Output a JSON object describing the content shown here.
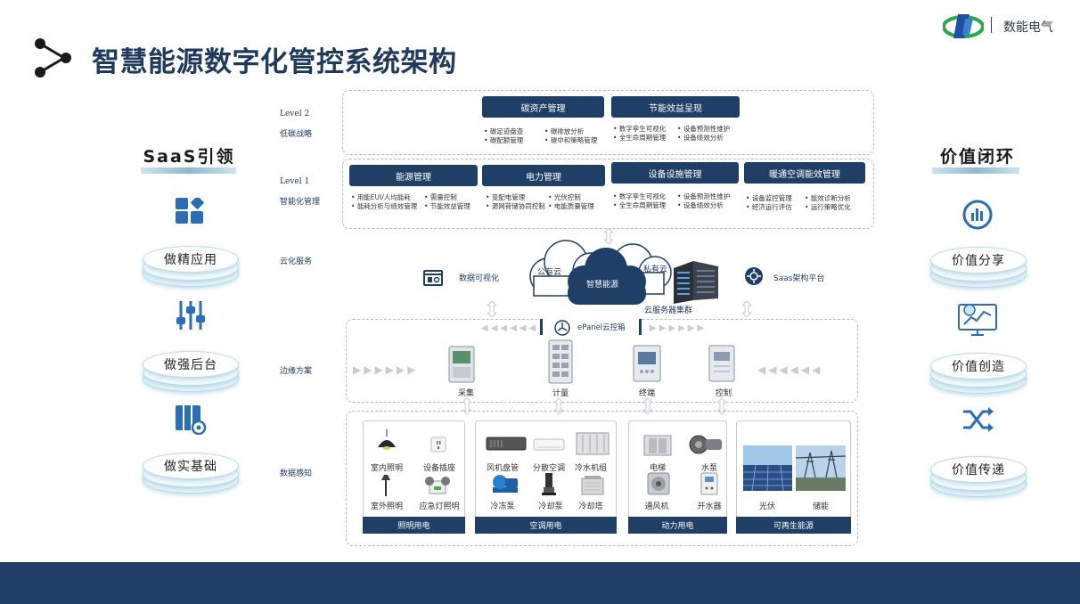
{
  "header": {
    "title": "智慧能源数字化管控系统架构",
    "logo_text": "数能电气"
  },
  "left_column": {
    "heading": "SaaS引领",
    "items": [
      "做精应用",
      "做强后台",
      "做实基础"
    ]
  },
  "right_column": {
    "heading": "价值闭环",
    "items": [
      "价值分享",
      "价值创造",
      "价值传递"
    ]
  },
  "layers": {
    "level2": {
      "tag": "Level 2",
      "name": "低碳战略"
    },
    "level1": {
      "tag": "Level 1",
      "name": "智能化管理"
    },
    "cloud": "云化服务",
    "edge": "边缘方案",
    "sense": "数据感知"
  },
  "level2_modules": [
    {
      "title": "碳资产管理",
      "items": [
        "碳足迹盘查",
        "碳排放分析",
        "碳配额管理",
        "碳中和策略管理"
      ]
    },
    {
      "title": "节能效益呈现",
      "items": [
        "数字孪生可视化",
        "设备预测性维护",
        "全生命周期管理",
        "设备绩效分析"
      ]
    }
  ],
  "level1_modules": [
    {
      "title": "能源管理",
      "items": [
        "用能EUI/人均能耗",
        "需量控制",
        "能耗分析与绩效管理",
        "节能效益管理"
      ]
    },
    {
      "title": "电力管理",
      "items": [
        "变配电管理",
        "光伏控制",
        "源网荷储协同控制",
        "电能质量管理"
      ]
    },
    {
      "title": "设备设施管理",
      "items": [
        "数字孪生可视化",
        "设备预测性维护",
        "全生命周期管理",
        "设备绩效分析"
      ]
    },
    {
      "title": "暖通空调能效管理",
      "items": [
        "设备监控管理",
        "能效诊断分析",
        "经济运行评估",
        "运行策略优化"
      ]
    }
  ],
  "cloud": {
    "data_vis": "数据可视化",
    "public": "公有云",
    "private": "私有云",
    "center": "智慧能源",
    "servers": "云服务器集群",
    "saas": "Saas架构平台"
  },
  "edge": {
    "banner": "ePanel云控箱",
    "devices": [
      "采集",
      "计量",
      "终端",
      "控制"
    ]
  },
  "sensing": [
    {
      "footer": "照明用电",
      "items": [
        "室内照明",
        "设备插座",
        "室外照明",
        "应急灯照明"
      ]
    },
    {
      "footer": "空调用电",
      "items": [
        "风机盘管",
        "分散空调",
        "冷水机组",
        "冷冻泵",
        "冷却泵",
        "冷却塔"
      ]
    },
    {
      "footer": "动力用电",
      "items": [
        "电梯",
        "水泵",
        "通风机",
        "开水器"
      ]
    },
    {
      "footer": "可再生能源",
      "items": [
        "光伏",
        "储能"
      ]
    }
  ],
  "colors": {
    "navy": "#1f3f66",
    "accent": "#2a6fb5",
    "light_blue": "#b9dcea"
  }
}
